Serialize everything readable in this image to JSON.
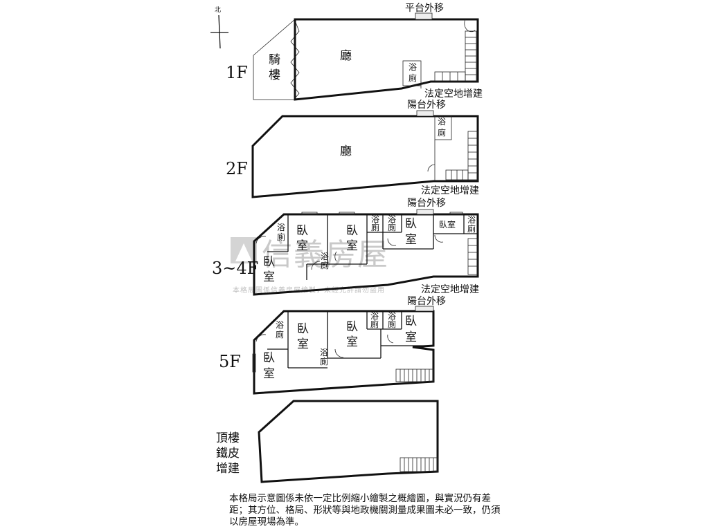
{
  "north": {
    "label": "北"
  },
  "floors": {
    "f1": {
      "label": "1F",
      "rooms": {
        "arcade_l1": "騎",
        "arcade_l2": "樓",
        "hall": "廳",
        "bath_l1": "浴",
        "bath_l2": "廁"
      },
      "notes": {
        "top": "平台外移",
        "bottom": "法定空地增建"
      }
    },
    "f2": {
      "label": "2F",
      "rooms": {
        "hall": "廳",
        "bath_l1": "浴",
        "bath_l2": "廁"
      },
      "notes": {
        "top": "陽台外移",
        "bottom": "法定空地增建"
      }
    },
    "f34": {
      "label": "3~4F",
      "rooms": {
        "bed1_l1": "臥",
        "bed1_l2": "室",
        "bed2_l1": "臥",
        "bed2_l2": "室",
        "bed3_l1": "臥",
        "bed3_l2": "室",
        "bed4_l1": "臥",
        "bed4_l2": "室",
        "bed5": "臥室",
        "bath_a_l1": "浴",
        "bath_a_l2": "廁",
        "bath_b_l1": "浴",
        "bath_b_l2": "廁",
        "bath_c_l1": "浴",
        "bath_c_l2": "廁",
        "bath_d_l1": "浴",
        "bath_d_l2": "廁",
        "bath_e_l1": "浴",
        "bath_e_l2": "廁"
      },
      "notes": {
        "top": "陽台外移",
        "bottom": "法定空地增建"
      }
    },
    "f5": {
      "label": "5F",
      "rooms": {
        "bed1_l1": "臥",
        "bed1_l2": "室",
        "bed2_l1": "臥",
        "bed2_l2": "室",
        "bed3_l1": "臥",
        "bed3_l2": "室",
        "bed4_l1": "臥",
        "bed4_l2": "室",
        "bath_a_l1": "浴",
        "bath_a_l2": "廁",
        "bath_b_l1": "浴",
        "bath_b_l2": "廁",
        "bath_c_l1": "浴",
        "bath_c_l2": "廁",
        "bath_d_l1": "浴",
        "bath_d_l2": "廁"
      },
      "notes": {
        "top": "陽台外移"
      }
    },
    "roof": {
      "label_l1": "頂樓",
      "label_l2": "鐵皮",
      "label_l3": "增建"
    }
  },
  "watermark": {
    "brand": "信義房屋",
    "notice": "本格局圖係信義房屋繪製，未經允許請勿盜用"
  },
  "disclaimer": "本格局示意圖係未依一定比例縮小繪製之概繪圖，與實況仍有差距；其方位、格局、形狀等與地政機關測量成果圖未必一致，仍須以房屋現場為準。"
}
